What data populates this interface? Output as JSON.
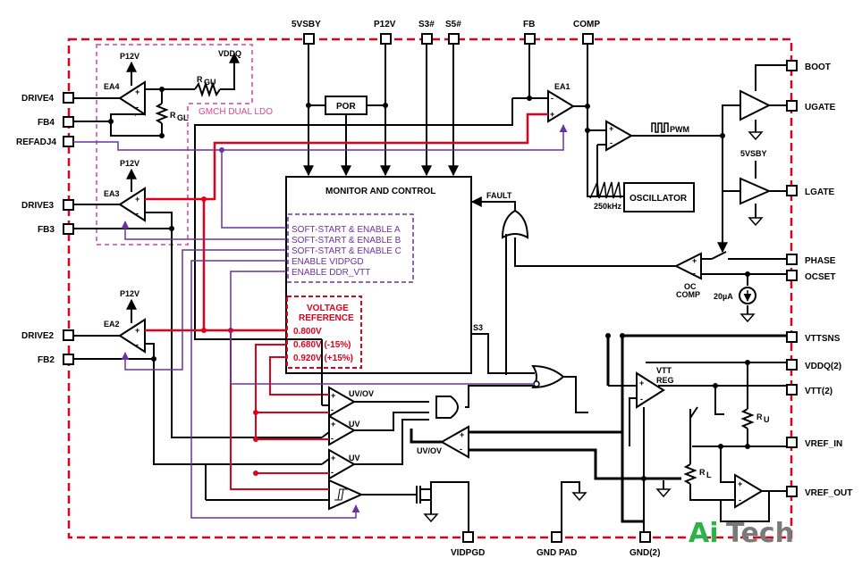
{
  "colors": {
    "wire": "#000000",
    "red_wire": "#e0001b",
    "purple_wire": "#6a32a0",
    "border": "#e0001b",
    "pink_box": "#e070b8"
  },
  "pins": {
    "top": [
      "5VSBY",
      "P12V",
      "S3#",
      "S5#",
      "FB",
      "COMP"
    ],
    "left": [
      "DRIVE4",
      "FB4",
      "REFADJ4",
      "DRIVE3",
      "FB3",
      "DRIVE2",
      "FB2"
    ],
    "right": [
      "BOOT",
      "UGATE",
      "LGATE",
      "PHASE",
      "OCSET",
      "VTTSNS",
      "VDDQ(2)",
      "VTT(2)",
      "VREF_IN",
      "VREF_OUT"
    ],
    "bottom": [
      "VIDPGD",
      "GND PAD",
      "GND(2)"
    ]
  },
  "labels": {
    "por": "POR",
    "monitor": "MONITOR AND CONTROL",
    "fault": "FAULT",
    "oscillator": "OSCILLATOR",
    "freq": "250kHz",
    "pwm": "PWM",
    "ea1": "EA1",
    "ea2": "EA2",
    "ea3": "EA3",
    "ea4": "EA4",
    "p12v": "P12V",
    "vddq": "VDDQ",
    "rgu_main": "R",
    "rgu_sub": "GU",
    "rgl_main": "R",
    "rgl_sub": "GL",
    "gmch": "GMCH DUAL LDO",
    "vsby": "5VSBY",
    "oc_comp_1": "OC",
    "oc_comp_2": "COMP",
    "current": "20µA",
    "vtt_reg_1": "VTT",
    "vtt_reg_2": "REG",
    "ru_main": "R",
    "ru_sub": "U",
    "rl_main": "R",
    "rl_sub": "L",
    "uvov": "UV/OV",
    "uv": "UV",
    "s3": "S3",
    "plus": "+",
    "minus": "-"
  },
  "soft_start": [
    "SOFT-START & ENABLE A",
    "SOFT-START & ENABLE B",
    "SOFT-START & ENABLE C",
    "ENABLE VIDPGD",
    "ENABLE DDR_VTT"
  ],
  "voltage_reference": {
    "title_1": "VOLTAGE",
    "title_2": "REFERENCE",
    "values": [
      "0.800V",
      "0.680V (-15%)",
      "0.920V (+15%)"
    ]
  },
  "watermark": {
    "part_1": "Ai",
    "part_2": "Tech"
  }
}
